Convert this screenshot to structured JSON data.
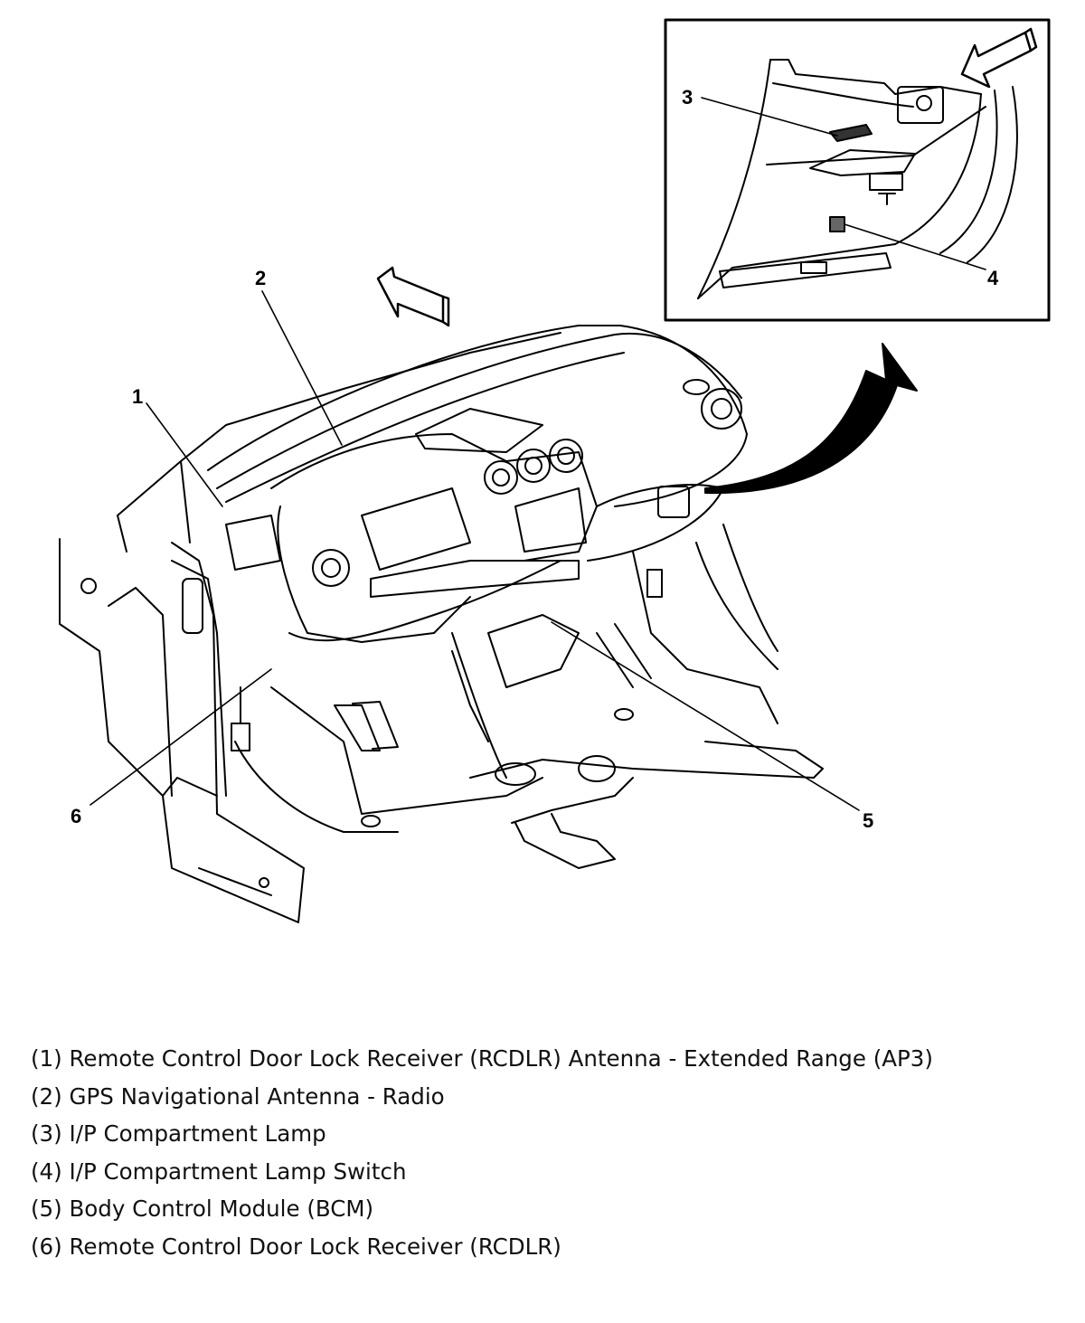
{
  "callouts": {
    "c1": "1",
    "c2": "2",
    "c3": "3",
    "c4": "4",
    "c5": "5",
    "c6": "6"
  },
  "legend": [
    "(1) Remote Control Door Lock Receiver (RCDLR) Antenna - Extended Range (AP3)",
    "(2) GPS Navigational Antenna - Radio",
    "(3) I/P Compartment Lamp",
    "(4) I/P Compartment Lamp Switch",
    "(5) Body Control Module (BCM)",
    "(6) Remote Control Door Lock Receiver (RCDLR)"
  ],
  "colors": {
    "line": "#000000",
    "background": "#ffffff"
  }
}
